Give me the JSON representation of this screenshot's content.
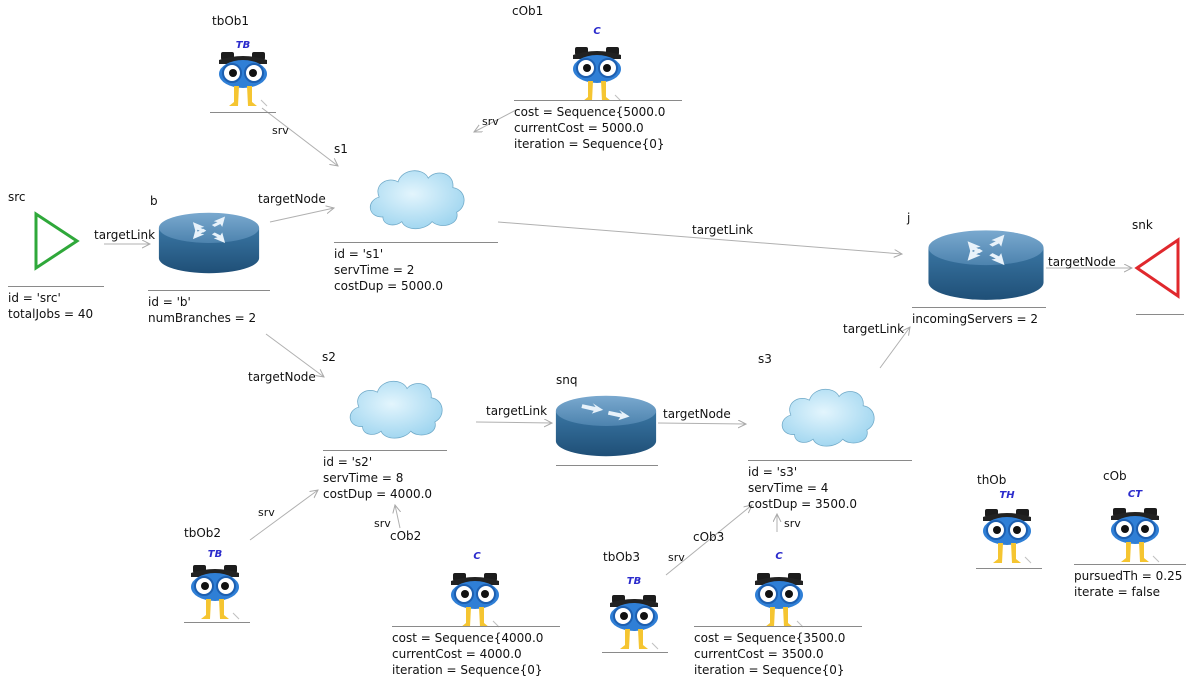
{
  "nodes": {
    "src": {
      "name": "src",
      "attrs": [
        "id = 'src'",
        "totalJobs = 40"
      ]
    },
    "b": {
      "name": "b",
      "attrs": [
        "id = 'b'",
        "numBranches = 2"
      ]
    },
    "s1": {
      "name": "s1",
      "attrs": [
        "id = 's1'",
        "servTime  = 2",
        "costDup  = 5000.0"
      ]
    },
    "s2": {
      "name": "s2",
      "attrs": [
        "id = 's2'",
        "servTime  = 8",
        "costDup  = 4000.0"
      ]
    },
    "s3": {
      "name": "s3",
      "attrs": [
        "id = 's3'",
        "servTime  = 4",
        "costDup  = 3500.0"
      ]
    },
    "sng": {
      "name": "snq"
    },
    "j": {
      "name": "j",
      "attrs": [
        "incomingServers = 2"
      ]
    },
    "snk": {
      "name": "snk"
    },
    "tbOb1": {
      "name": "tbOb1",
      "badge": "TB"
    },
    "tbOb2": {
      "name": "tbOb2",
      "badge": "TB"
    },
    "tbOb3": {
      "name": "tbOb3",
      "badge": "TB"
    },
    "cOb1": {
      "name": "cOb1",
      "badge": "C",
      "attrs": [
        "cost = Sequence{5000.0",
        "currentCost  = 5000.0",
        "iteration = Sequence{0}"
      ]
    },
    "cOb2": {
      "name": "cOb2",
      "badge": "C",
      "attrs": [
        "cost = Sequence{4000.0",
        "currentCost  = 4000.0",
        "iteration = Sequence{0}"
      ]
    },
    "cOb3": {
      "name": "cOb3",
      "badge": "C",
      "attrs": [
        "cost = Sequence{3500.0",
        "currentCost  = 3500.0",
        "iteration = Sequence{0}"
      ]
    },
    "thOb": {
      "name": "thOb",
      "badge": "TH"
    },
    "cOb": {
      "name": "cOb",
      "badge": "CT",
      "attrs": [
        "pursuedTh  = 0.25",
        "iterate = false"
      ]
    }
  },
  "edges": {
    "src_b": "targetLink",
    "b_s1": "targetNode",
    "s1_j": "targetLink",
    "j_snk": "targetNode",
    "b_s2": "targetNode",
    "s2_sng": "targetLink",
    "sng_s3": "targetNode",
    "s3_j": "targetLink",
    "tbOb1_s1": "srv",
    "cOb1_s1": "srv",
    "tbOb2_s2": "srv",
    "cOb2_s2": "srv",
    "tbOb3_s3": "srv",
    "cOb3_s3": "srv"
  },
  "colors": {
    "source": "#2fa83a",
    "sink": "#e0282d",
    "router_top": "#5b8fb8",
    "router_body": "#2e6996",
    "cloud": "#b9e2f5",
    "owl_blue": "#2f7fd6",
    "owl_badge": "#2b2bcc",
    "edge": "#b0b0b0"
  }
}
